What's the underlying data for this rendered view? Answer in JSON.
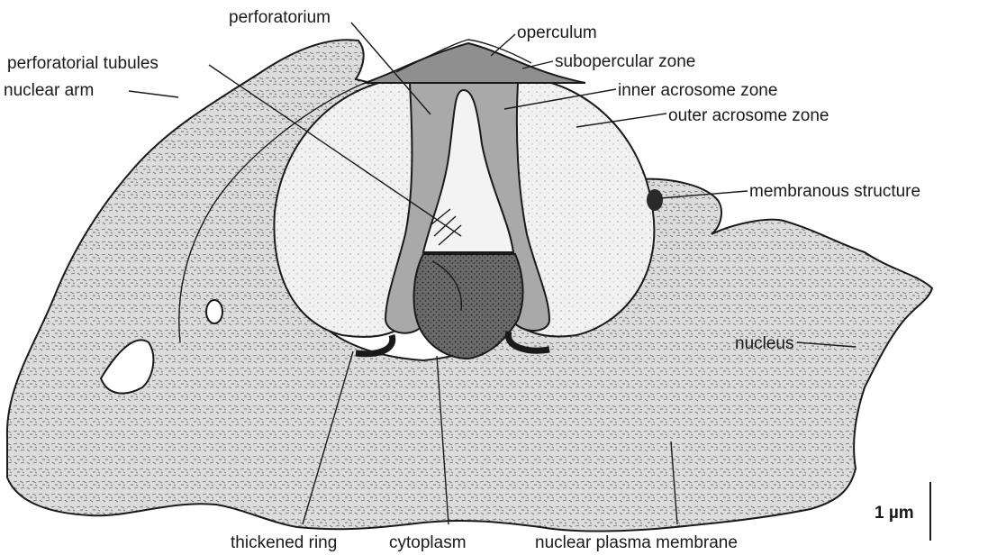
{
  "figure": {
    "labels": {
      "perforatorium": "perforatorium",
      "operculum": "operculum",
      "perforatorial_tubules": "perforatorial tubules",
      "subopercular_zone": "subopercular zone",
      "nuclear_arm": "nuclear arm",
      "inner_acrosome_zone": "inner acrosome zone",
      "outer_acrosome_zone": "outer acrosome zone",
      "membranous_structure": "membranous structure",
      "nucleus": "nucleus",
      "thickened_ring": "thickened ring",
      "cytoplasm": "cytoplasm",
      "nuclear_plasma_membrane": "nuclear plasma membrane"
    },
    "scale_bar": {
      "label": "1 µm"
    }
  },
  "colors": {
    "ink": "#1a1a1a",
    "nucleus_fill": "#d9d9d9",
    "outer_zone": "#ececec",
    "inner_zone": "#a9a9a9",
    "perforatorium": "#f3f3f3",
    "subopercular": "#8f8f8f",
    "cytoplasm": "#5a5a5a"
  }
}
